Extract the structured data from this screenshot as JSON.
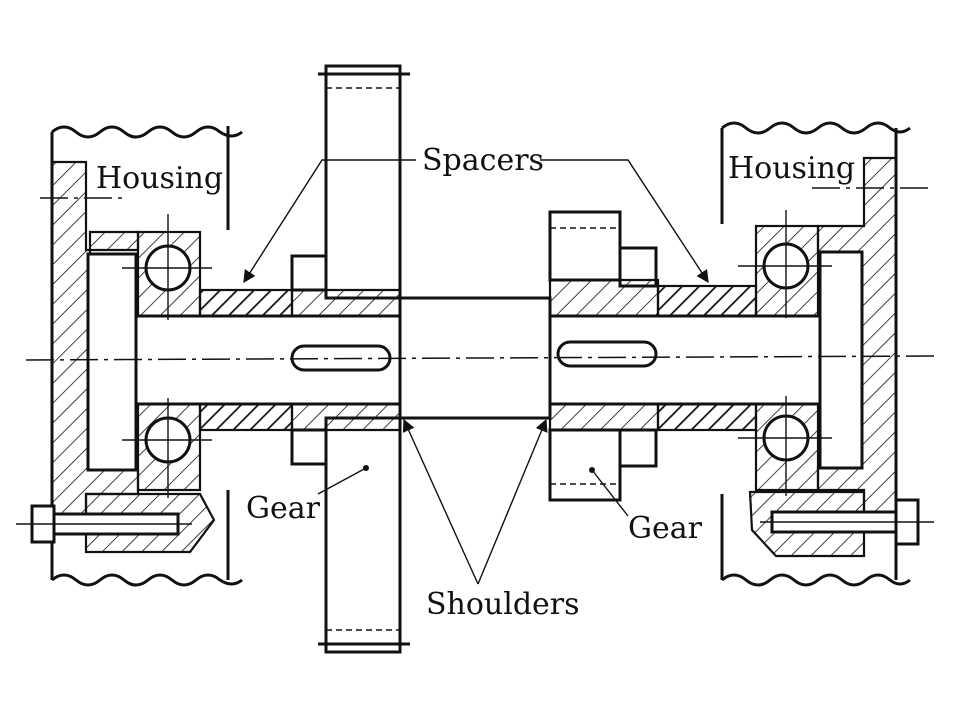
{
  "labels": {
    "housing_left": "Housing",
    "housing_right": "Housing",
    "spacers": "Spacers",
    "gear_left": "Gear",
    "gear_right": "Gear",
    "shoulders": "Shoulders"
  }
}
